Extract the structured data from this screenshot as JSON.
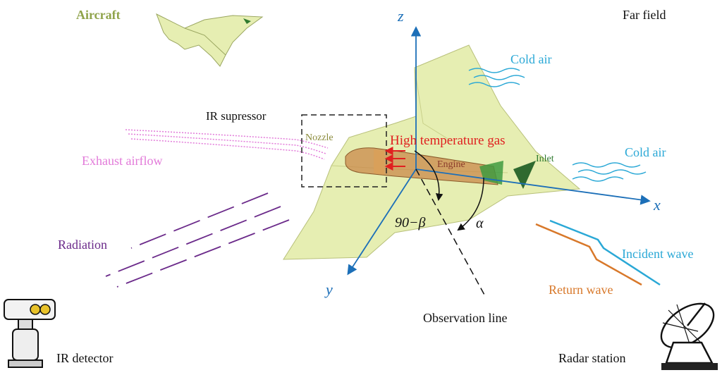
{
  "labels": {
    "aircraft": "Aircraft",
    "far_field": "Far field",
    "cold_air_top": "Cold air",
    "cold_air_right": "Cold air",
    "ir_suppressor": "IR supressor",
    "nozzle": "Nozzle",
    "high_temp_gas": "High temperature gas",
    "engine": "Engine",
    "inlet": "Inlet",
    "exhaust_airflow": "Exhaust airflow",
    "radiation": "Radiation",
    "incident_wave": "Incident wave",
    "return_wave": "Return wave",
    "observation_line": "Observation line",
    "ir_detector": "IR detector",
    "radar_station": "Radar station",
    "angle_beta": "90−β",
    "angle_alpha": "α",
    "axis_x": "x",
    "axis_y": "y",
    "axis_z": "z"
  },
  "colors": {
    "aircraft_fill": "#e6eeb2",
    "aircraft_stroke": "#9aa660",
    "aircraft_label": "#8fa34a",
    "axis": "#1c6fb8",
    "cold_air": "#2aa8d6",
    "exhaust": "#e27ad9",
    "radiation": "#6b2a8a",
    "hot_gas": "#e02020",
    "engine": "#c9884a",
    "inlet": "#2f7a2f",
    "incident_wave": "#2aa8d6",
    "return_wave": "#d8782a",
    "text": "#111111"
  },
  "icons": {
    "ir_detector": "ir-detector-icon",
    "radar_station": "radar-dish-icon"
  }
}
